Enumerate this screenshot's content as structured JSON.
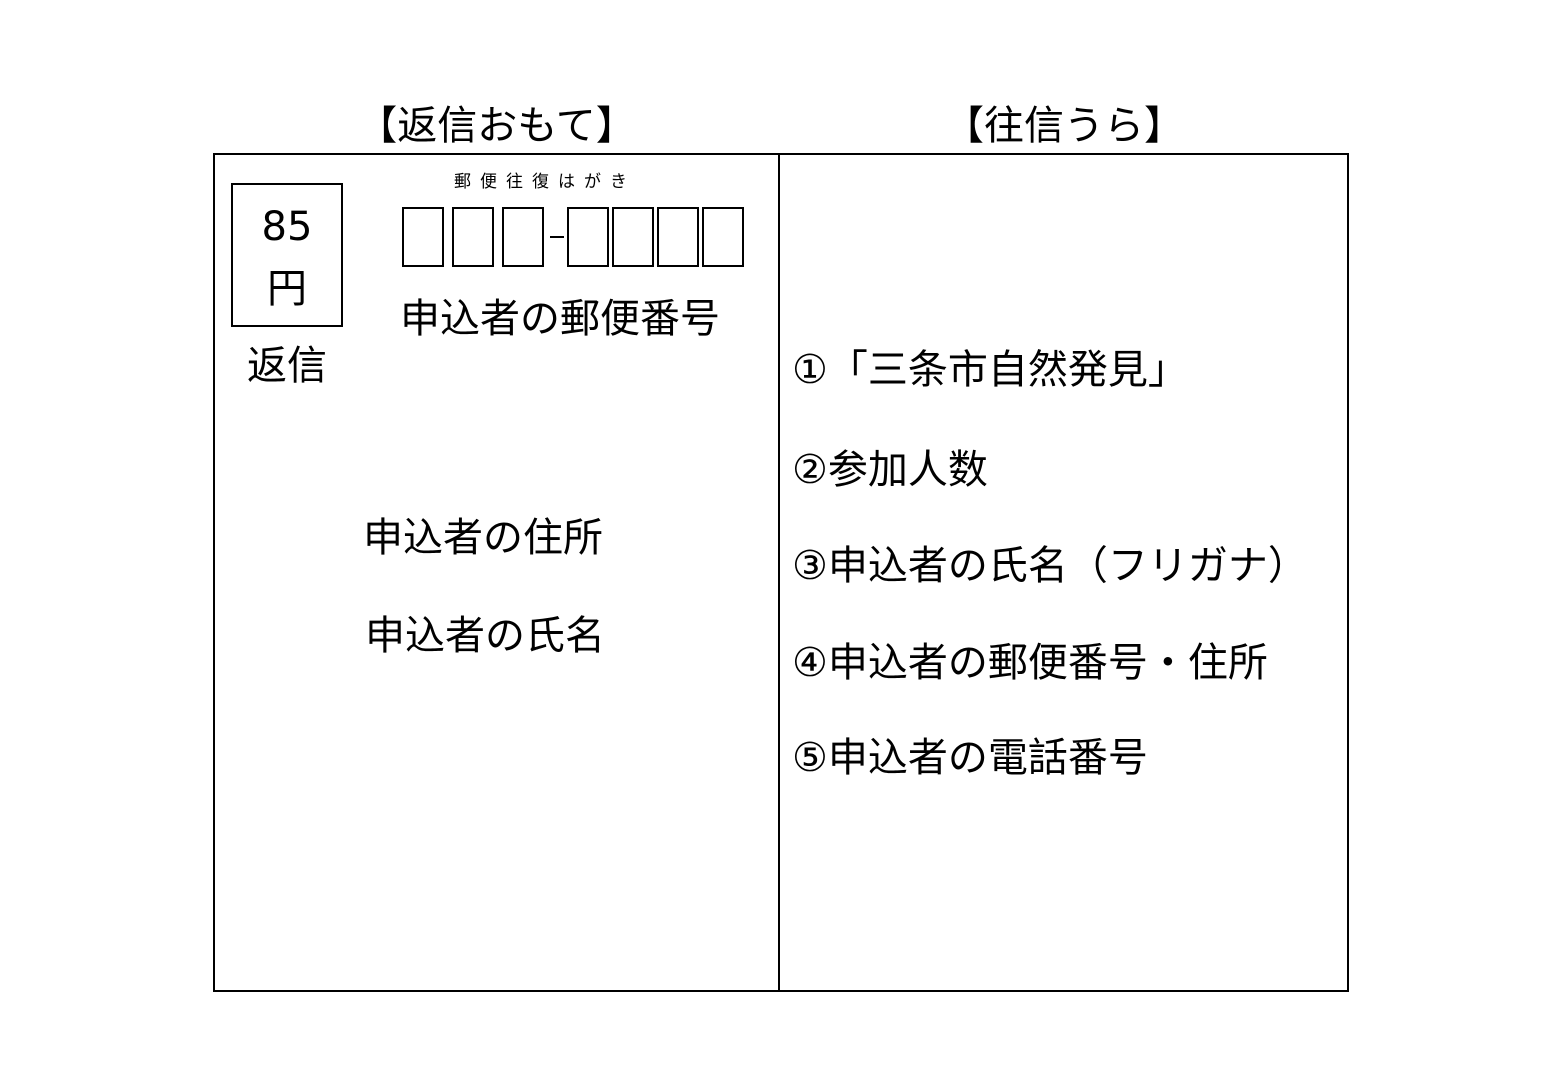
{
  "headings": {
    "left": "【返信おもて】",
    "right": "【往信うら】"
  },
  "reply_front": {
    "stamp": {
      "value": "85",
      "unit": "円",
      "caption": "返信"
    },
    "card_type": "郵便往復はがき",
    "postal_code_label": "申込者の郵便番号",
    "address_label": "申込者の住所",
    "name_label": "申込者の氏名"
  },
  "outgoing_back": {
    "items": [
      "①「三条市自然発見」",
      "②参加人数",
      "③申込者の氏名（フリガナ）",
      "④申込者の郵便番号・住所",
      "⑤申込者の電話番号"
    ]
  }
}
